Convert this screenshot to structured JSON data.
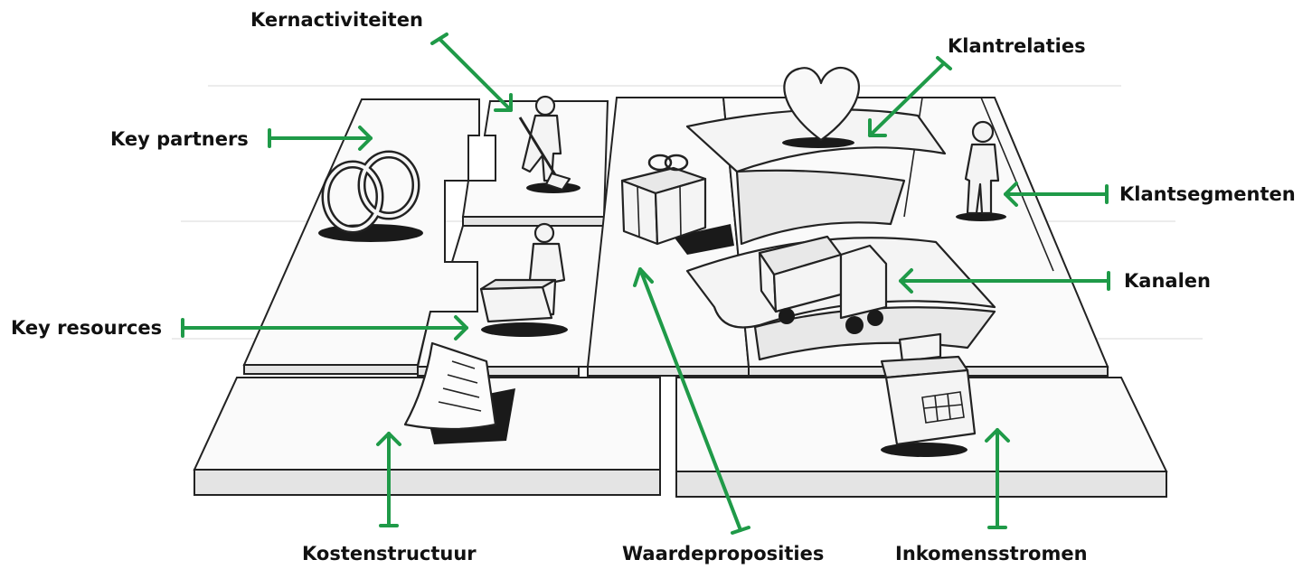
{
  "labels": {
    "kernactiviteiten": "Kernactiviteiten",
    "key_partners": "Key partners",
    "key_resources": "Key resources",
    "kostenstructuur": "Kostenstructuur",
    "waardeproposities": "Waardeproposities",
    "klantrelaties": "Klantrelaties",
    "klantsegmenten": "Klantsegmenten",
    "kanalen": "Kanalen",
    "inkomensstromen": "Inkomensstromen"
  },
  "colors": {
    "arrow": "#1f9a48",
    "ink": "#1a1a1a",
    "paper": "#fafafa"
  },
  "icons": {
    "key_partners": "interlocked-rings-icon",
    "kernactiviteiten": "person-digging-icon",
    "key_resources": "person-with-machine-icon",
    "kostenstructuur": "invoice-paper-icon",
    "waardeproposities": "gift-box-icon",
    "klantrelaties": "heart-icon",
    "klantsegmenten": "standing-person-icon",
    "kanalen": "delivery-truck-icon",
    "inkomensstromen": "cash-register-icon"
  }
}
